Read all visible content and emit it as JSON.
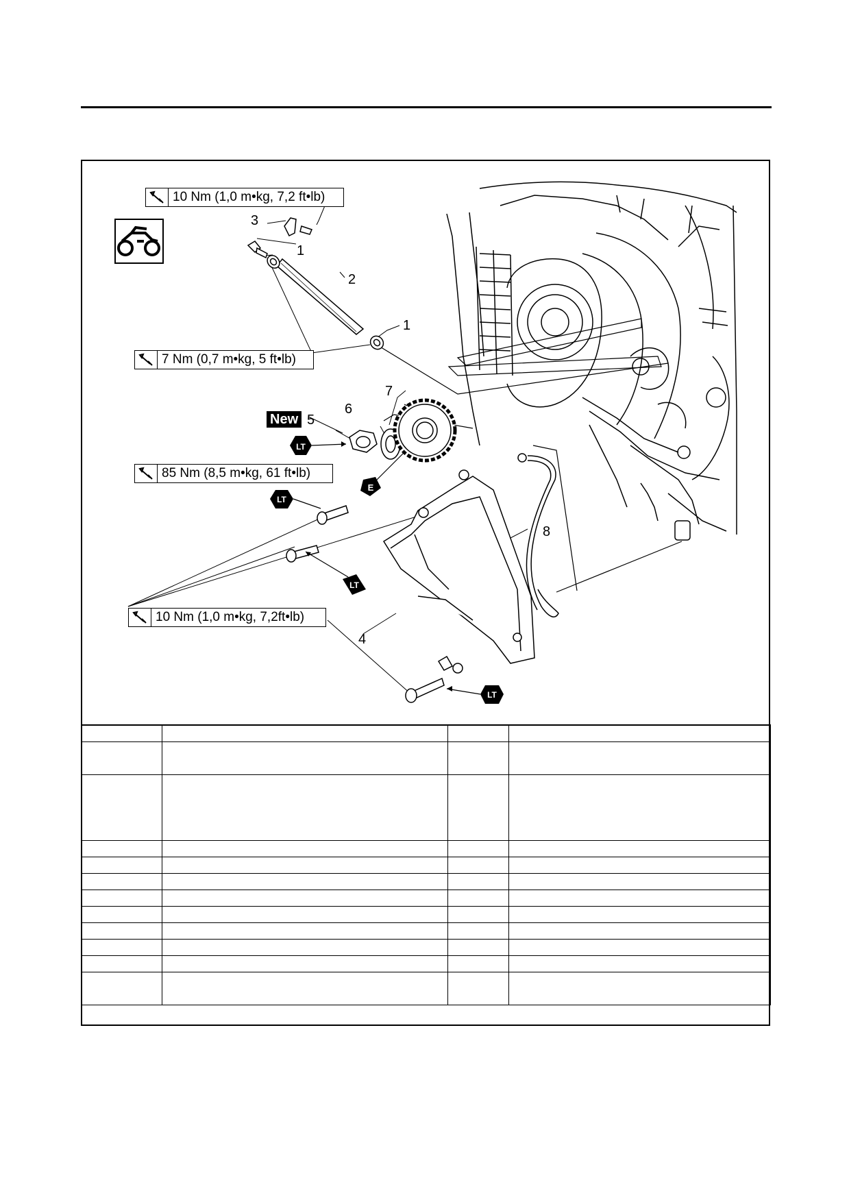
{
  "torque_specs": {
    "top": "10 Nm (1,0 m•kg, 7,2 ft•lb)",
    "rod": "7 Nm (0,7 m•kg, 5 ft•lb)",
    "nut": "85 Nm (8,5 m•kg, 61 ft•lb)",
    "cover": "10 Nm (1,0 m•kg, 7,2ft•lb)"
  },
  "callouts": {
    "c1a": "1",
    "c1b": "1",
    "c2": "2",
    "c3": "3",
    "c4": "4",
    "c5": "5",
    "c6": "6",
    "c7": "7",
    "c8": "8"
  },
  "badges": {
    "new": "New",
    "lt": "LT",
    "e": "E"
  },
  "icons": {
    "model": "motorcycle-icon",
    "torque": "torque-wrench-icon"
  },
  "table": {
    "row_heights": [
      24,
      48,
      96,
      24,
      24,
      24,
      24,
      24,
      24,
      24,
      24,
      48
    ]
  }
}
